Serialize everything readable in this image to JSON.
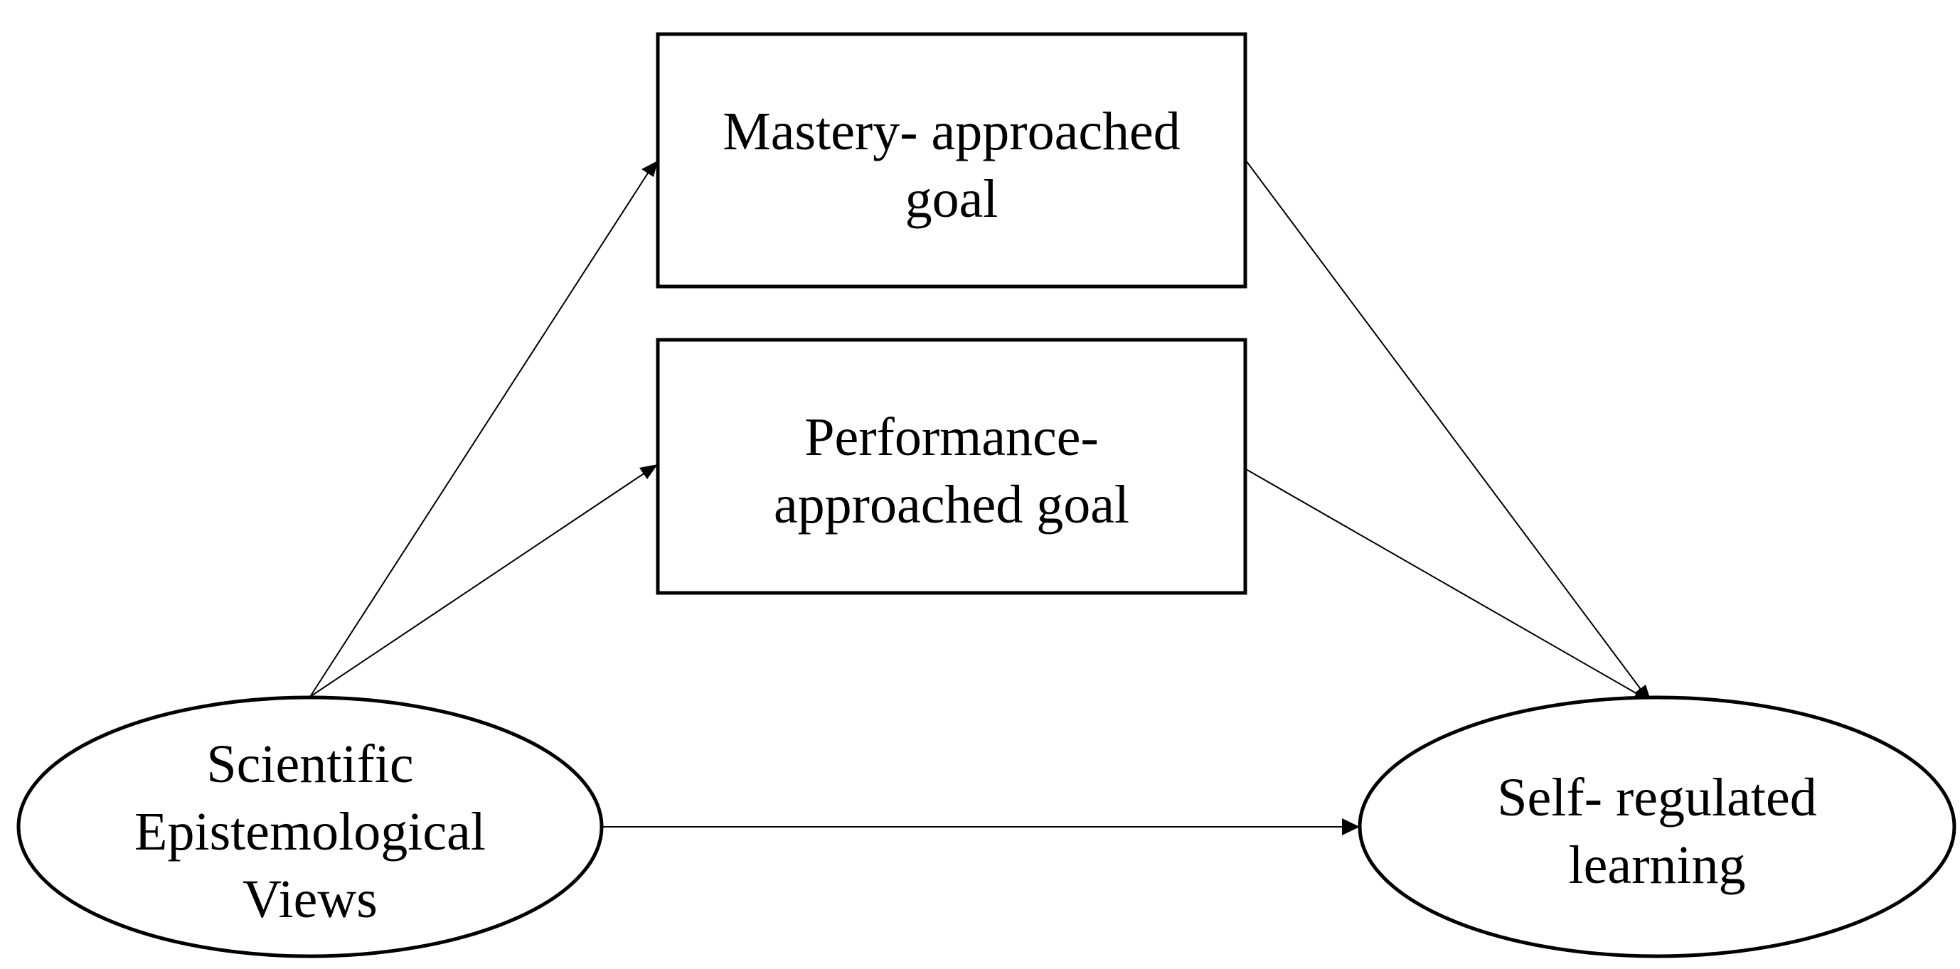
{
  "diagram": {
    "nodes": {
      "mastery": {
        "lines": [
          "Mastery- approached",
          "goal"
        ]
      },
      "performance": {
        "lines": [
          "Performance-",
          "approached goal"
        ]
      },
      "scientific": {
        "lines": [
          "Scientific",
          "Epistemological",
          "Views"
        ]
      },
      "selfreg": {
        "lines": [
          "Self- regulated",
          "learning"
        ]
      }
    },
    "edges": [
      {
        "from": "scientific",
        "to": "mastery"
      },
      {
        "from": "scientific",
        "to": "performance"
      },
      {
        "from": "scientific",
        "to": "selfreg"
      },
      {
        "from": "mastery",
        "to": "selfreg"
      },
      {
        "from": "performance",
        "to": "selfreg"
      }
    ]
  }
}
